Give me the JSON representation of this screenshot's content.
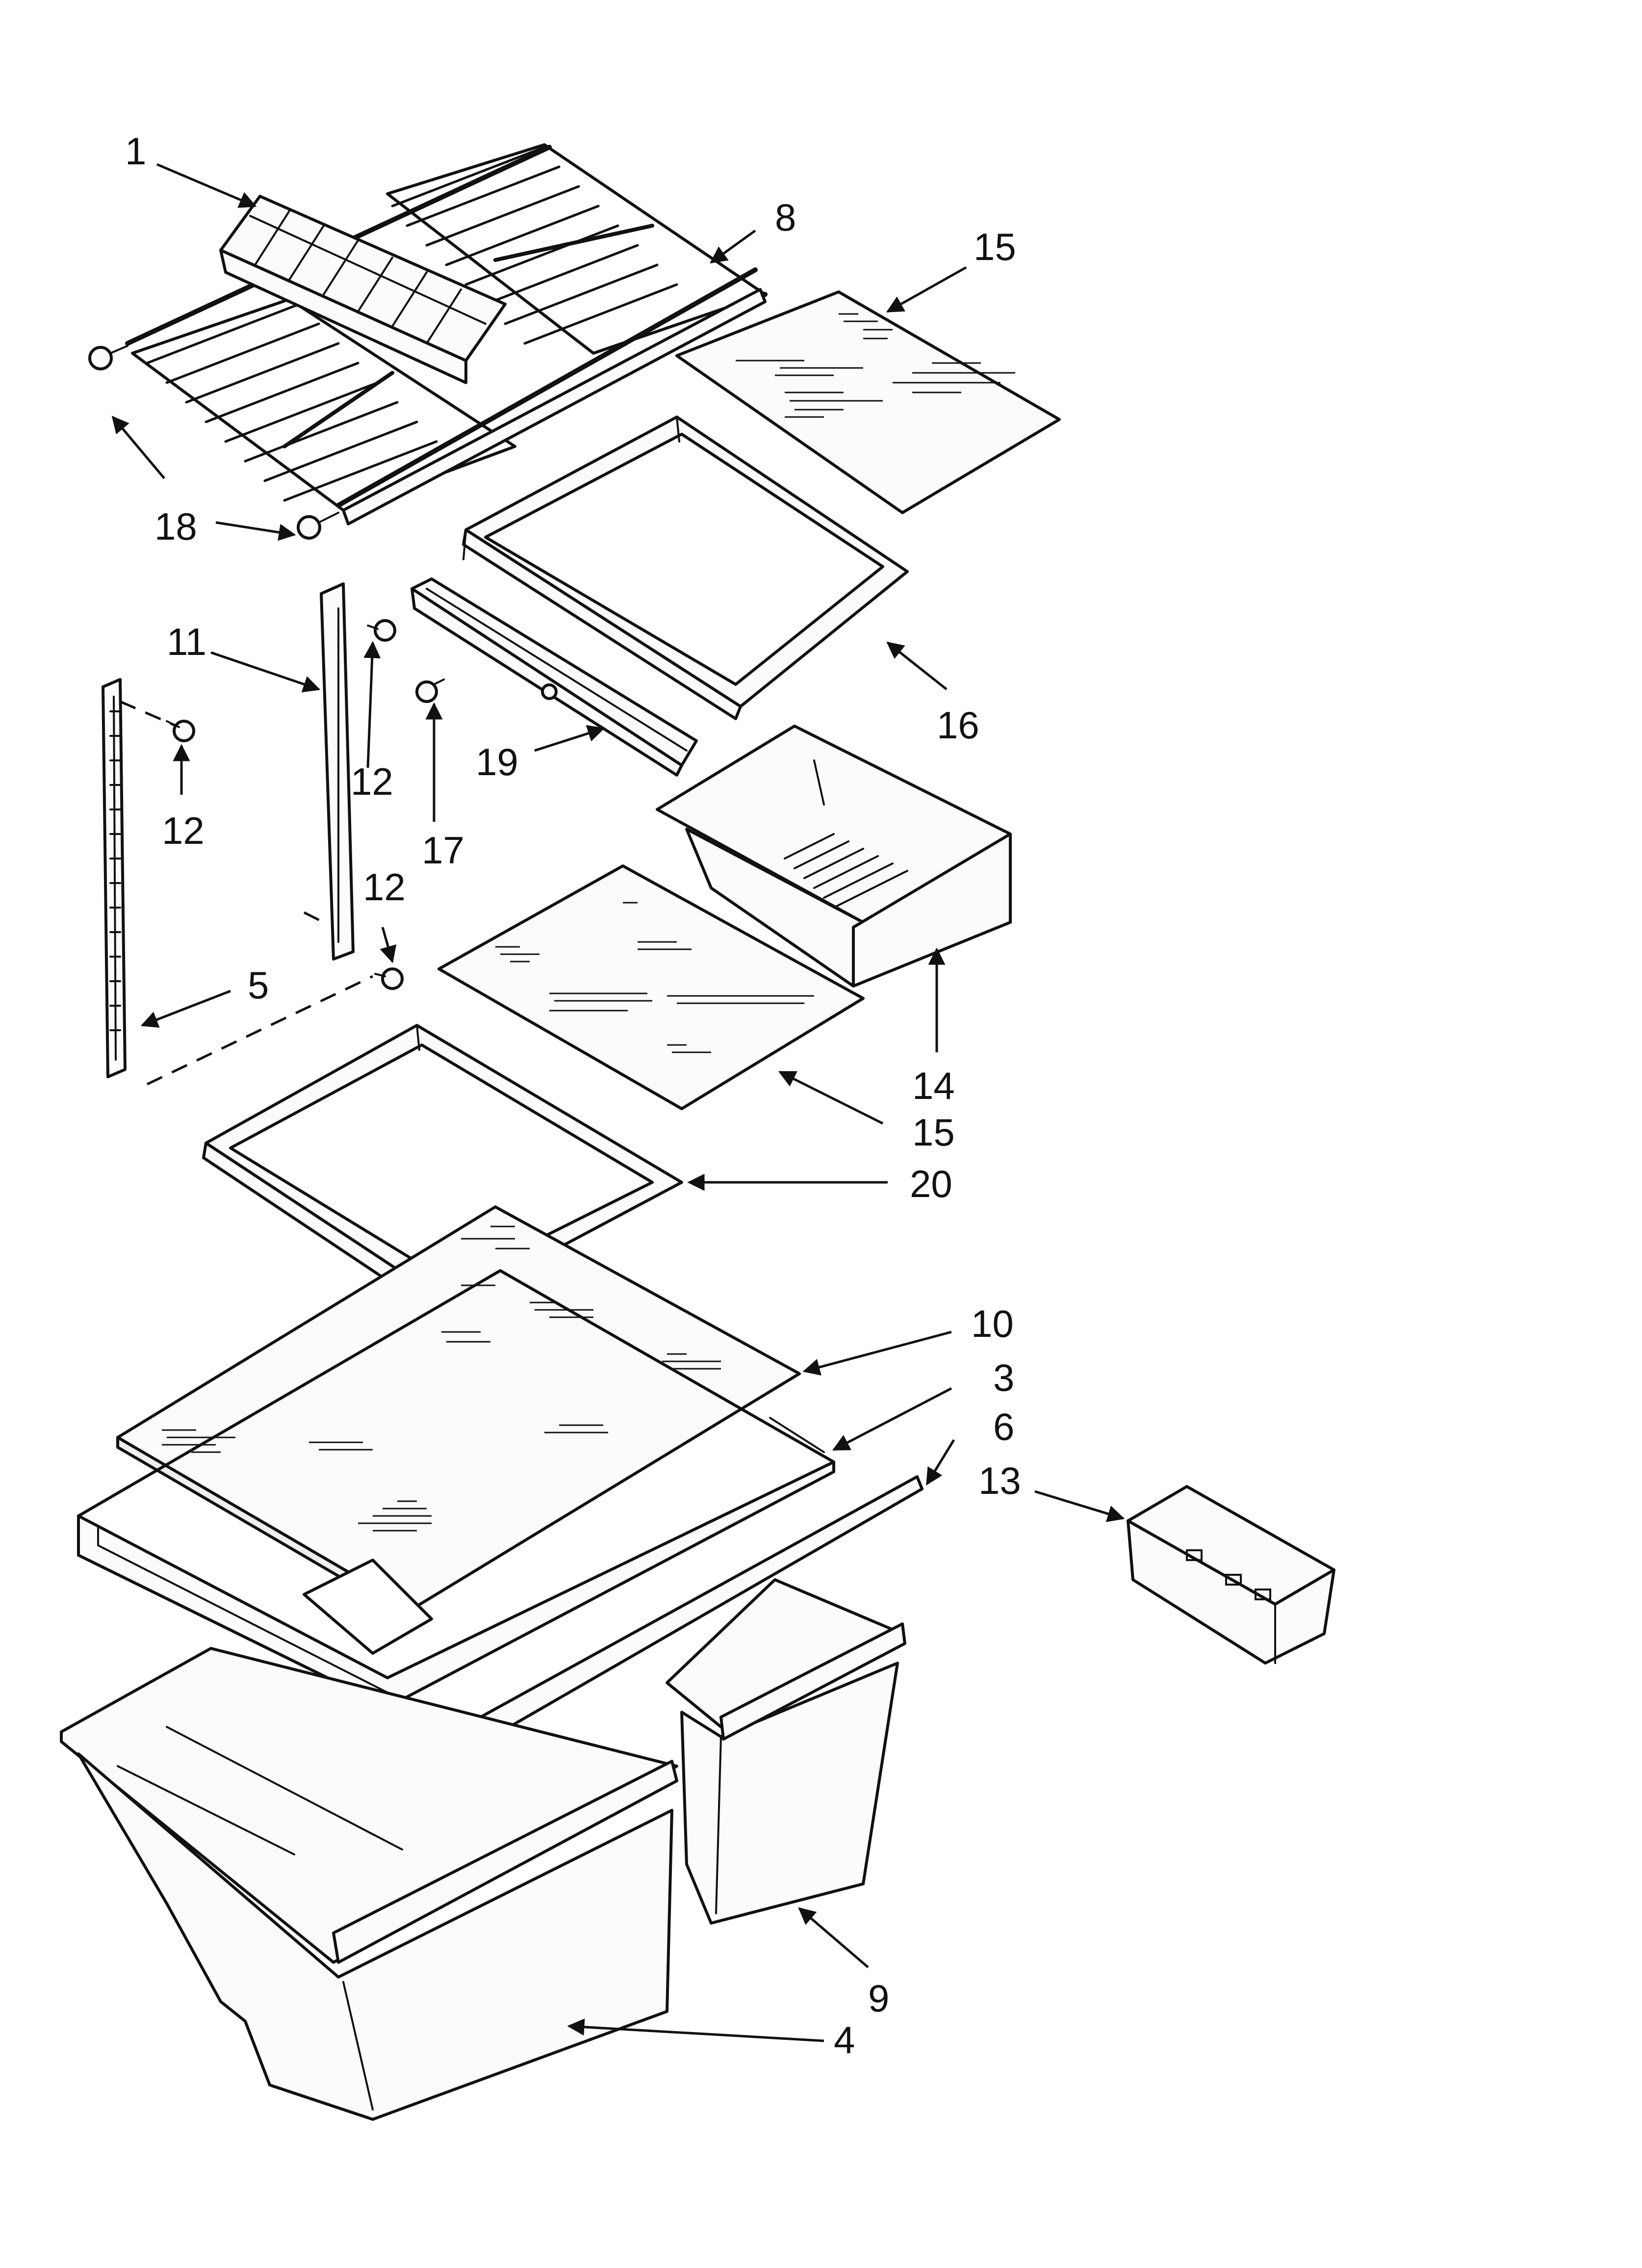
{
  "callouts": {
    "c1": "1",
    "c8": "8",
    "c15a": "15",
    "c18": "18",
    "c11": "11",
    "c12a": "12",
    "c12b": "12",
    "c12c": "12",
    "c17": "17",
    "c19": "19",
    "c16": "16",
    "c5": "5",
    "c14": "14",
    "c15b": "15",
    "c20": "20",
    "c10": "10",
    "c3": "3",
    "c6": "6",
    "c13": "13",
    "c9": "9",
    "c4": "4"
  },
  "colors": {
    "line": "#111111",
    "paper": "#ffffff",
    "part_fill": "#fbfbfb"
  }
}
